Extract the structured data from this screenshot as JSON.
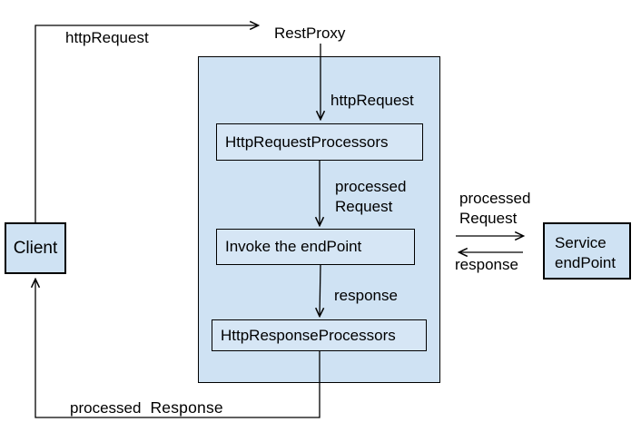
{
  "diagram": {
    "title_context": "REST proxy request/response processing flow",
    "colors": {
      "node_fill": "#cfe2f3",
      "inner_node_fill": "#d6e6f5",
      "stroke": "#000000",
      "background": "#ffffff",
      "text": "#000000"
    },
    "nodes": {
      "client": {
        "label": "Client"
      },
      "rest_proxy": {
        "label": "RestProxy"
      },
      "http_request_processors": {
        "label": "HttpRequestProcessors"
      },
      "invoke_endpoint": {
        "label": "Invoke the endPoint"
      },
      "http_response_processors": {
        "label": "HttpResponseProcessors"
      },
      "service_endpoint": {
        "label_line1": "Service",
        "label_line2": "endPoint"
      }
    },
    "edge_labels": {
      "client_to_restproxy": "httpRequest",
      "restproxy_to_request_processors": "httpRequest",
      "request_processors_to_invoke_line1": "processed",
      "request_processors_to_invoke_line2": "Request",
      "invoke_to_response_processors": "response",
      "proxy_to_service_line1": "processed",
      "proxy_to_service_line2": "Request",
      "service_to_proxy": "response",
      "response_to_client_word1": "processed",
      "response_to_client_word2": "Response"
    },
    "edges": [
      {
        "from": "client",
        "to": "rest_proxy",
        "label": "httpRequest"
      },
      {
        "from": "rest_proxy",
        "to": "http_request_processors",
        "label": "httpRequest"
      },
      {
        "from": "http_request_processors",
        "to": "invoke_endpoint",
        "label": "processed Request"
      },
      {
        "from": "invoke_endpoint",
        "to": "http_response_processors",
        "label": "response"
      },
      {
        "from": "proxy_container",
        "to": "service_endpoint",
        "label": "processed Request"
      },
      {
        "from": "service_endpoint",
        "to": "proxy_container",
        "label": "response"
      },
      {
        "from": "http_response_processors",
        "to": "client",
        "label": "processed Response"
      }
    ]
  }
}
